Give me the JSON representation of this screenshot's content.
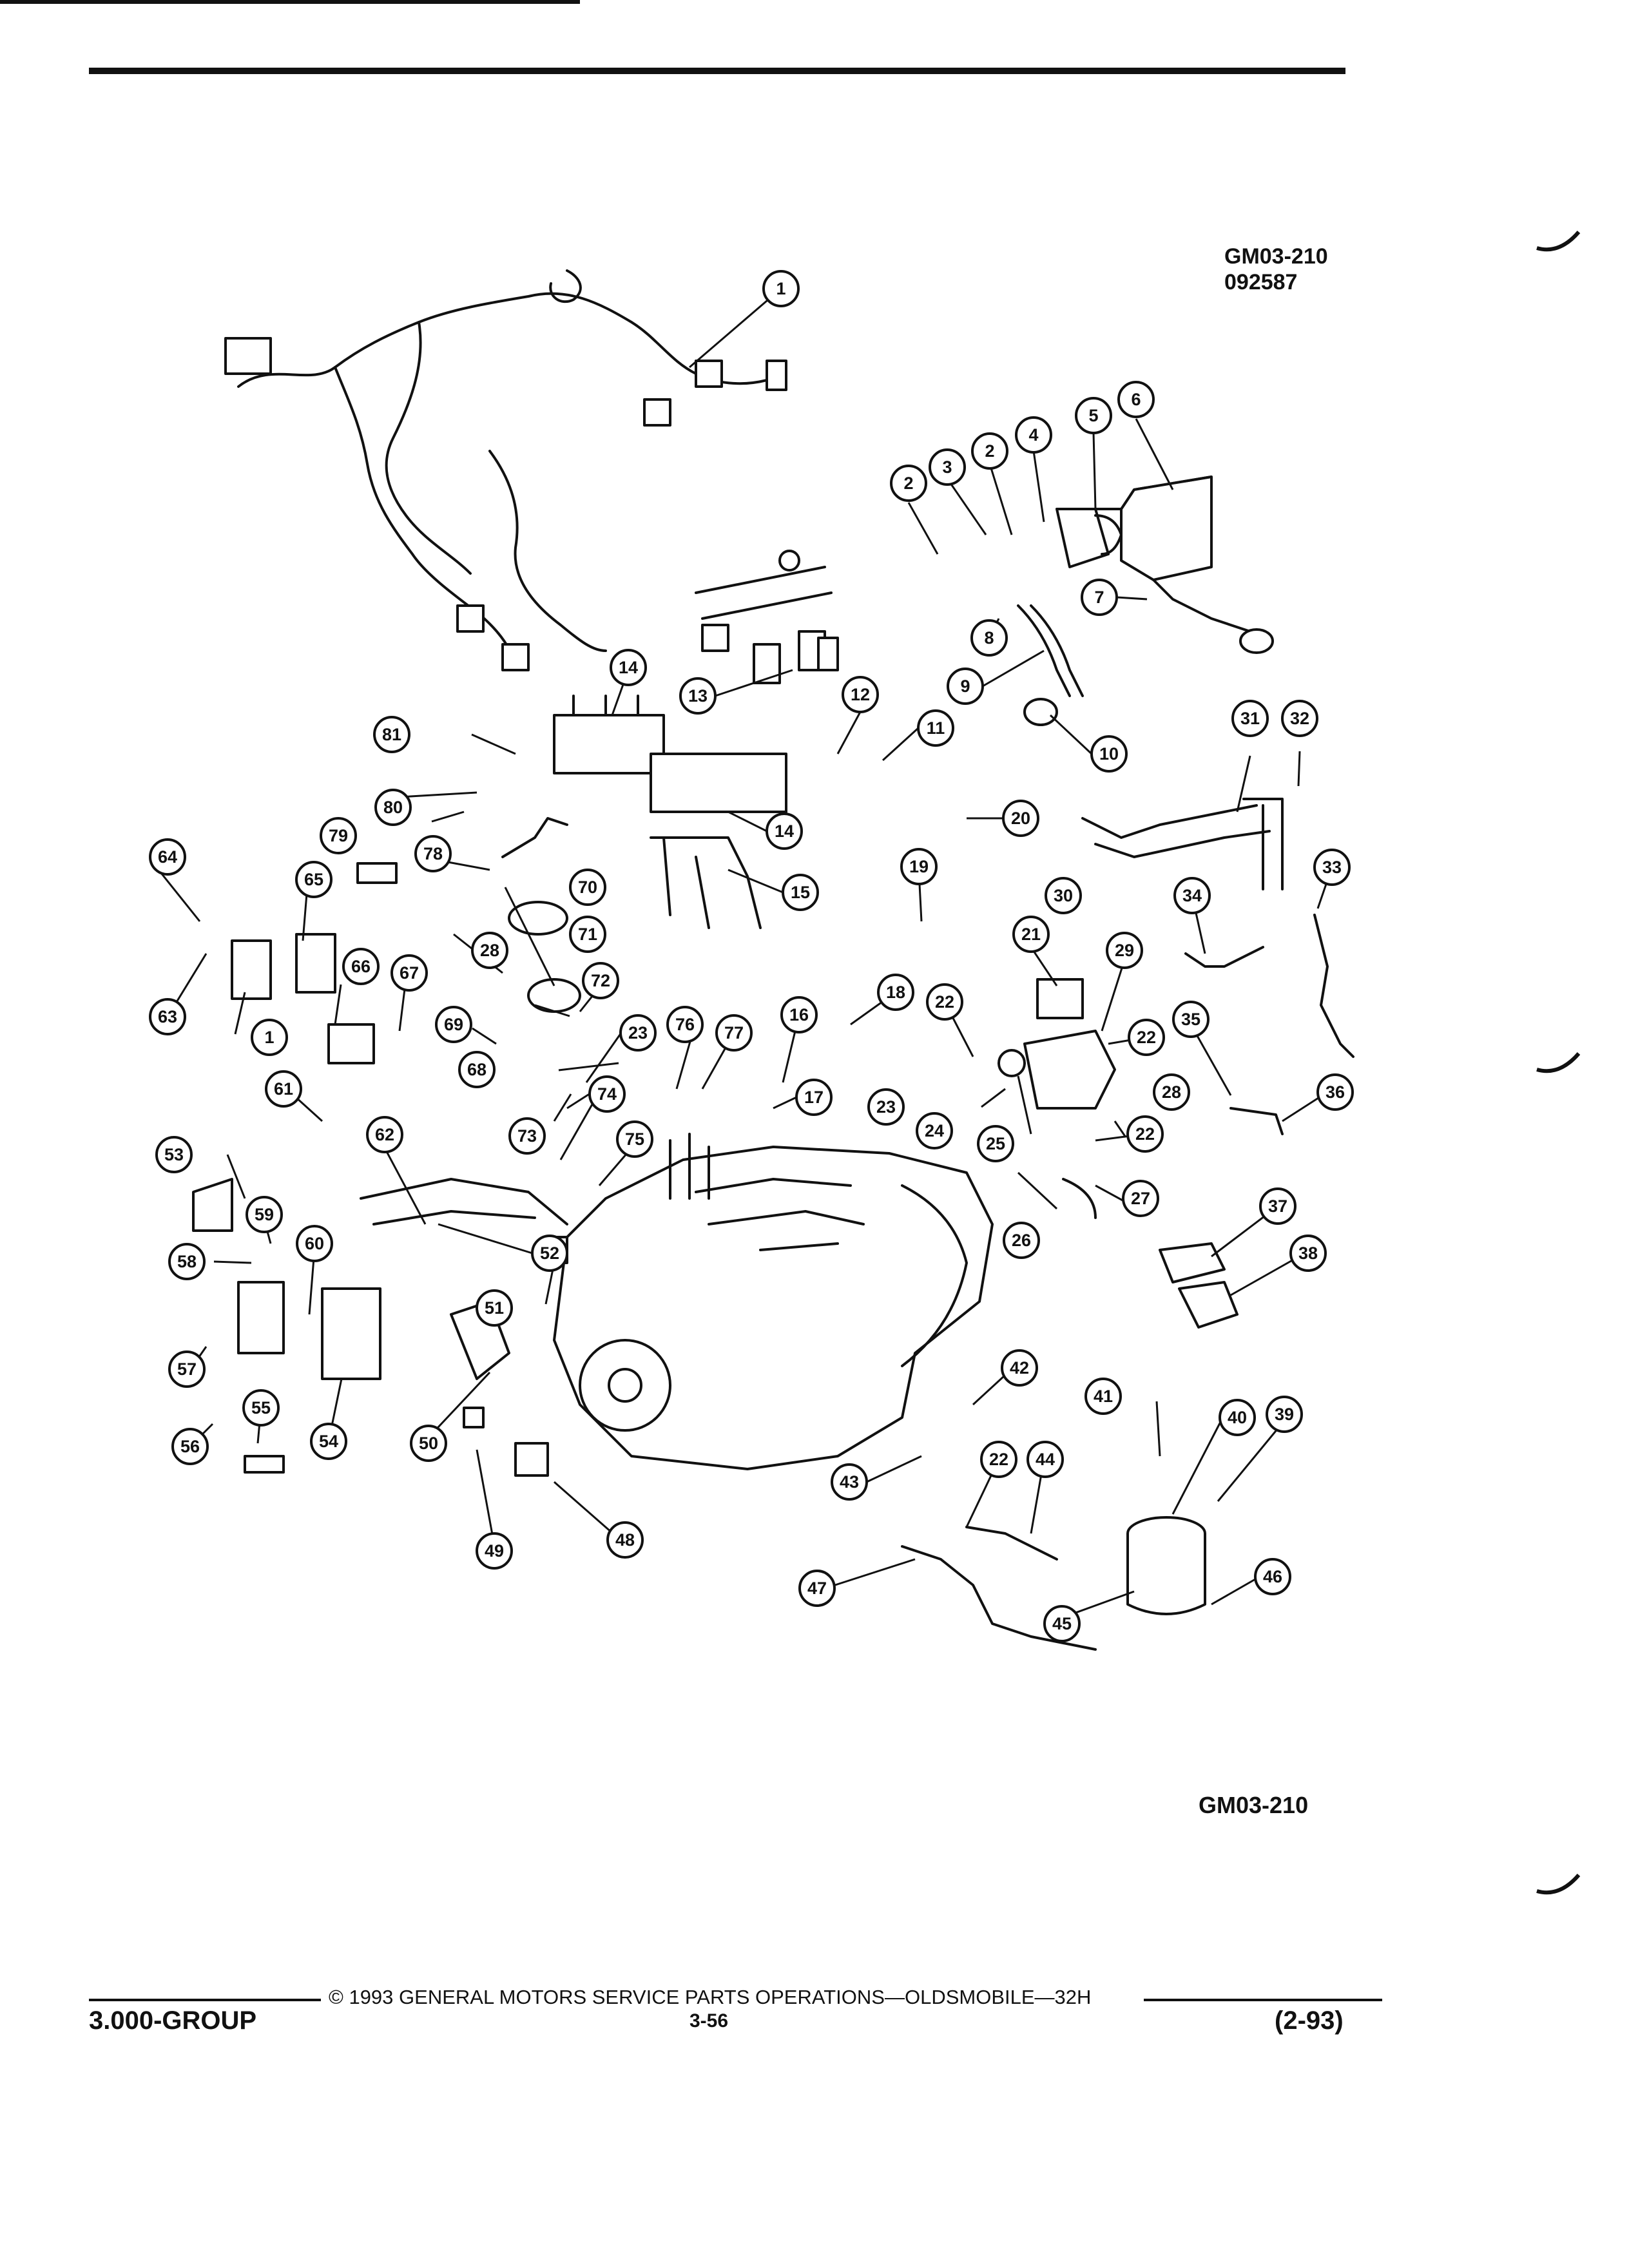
{
  "figure": {
    "id_top": "GM03-210",
    "date_code": "092587",
    "id_bottom": "GM03-210"
  },
  "footer": {
    "group": "3.000-GROUP",
    "copyright": "© 1993 GENERAL MOTORS SERVICE PARTS OPERATIONS—OLDSMOBILE—32H",
    "page": "3-56",
    "revision": "(2-93)"
  },
  "callouts": [
    "1",
    "2",
    "3",
    "2",
    "4",
    "5",
    "6",
    "7",
    "8",
    "9",
    "10",
    "11",
    "12",
    "13",
    "14",
    "14",
    "15",
    "16",
    "17",
    "18",
    "19",
    "20",
    "21",
    "22",
    "22",
    "22",
    "22",
    "23",
    "23",
    "24",
    "25",
    "26",
    "27",
    "28",
    "28",
    "29",
    "30",
    "31",
    "32",
    "33",
    "34",
    "35",
    "36",
    "37",
    "38",
    "39",
    "40",
    "41",
    "42",
    "43",
    "44",
    "45",
    "46",
    "47",
    "48",
    "49",
    "50",
    "51",
    "52",
    "53",
    "54",
    "55",
    "56",
    "57",
    "58",
    "59",
    "60",
    "61",
    "62",
    "63",
    "64",
    "65",
    "66",
    "67",
    "68",
    "69",
    "70",
    "71",
    "72",
    "73",
    "74",
    "75",
    "76",
    "77",
    "78",
    "79",
    "80",
    "81",
    "1"
  ]
}
